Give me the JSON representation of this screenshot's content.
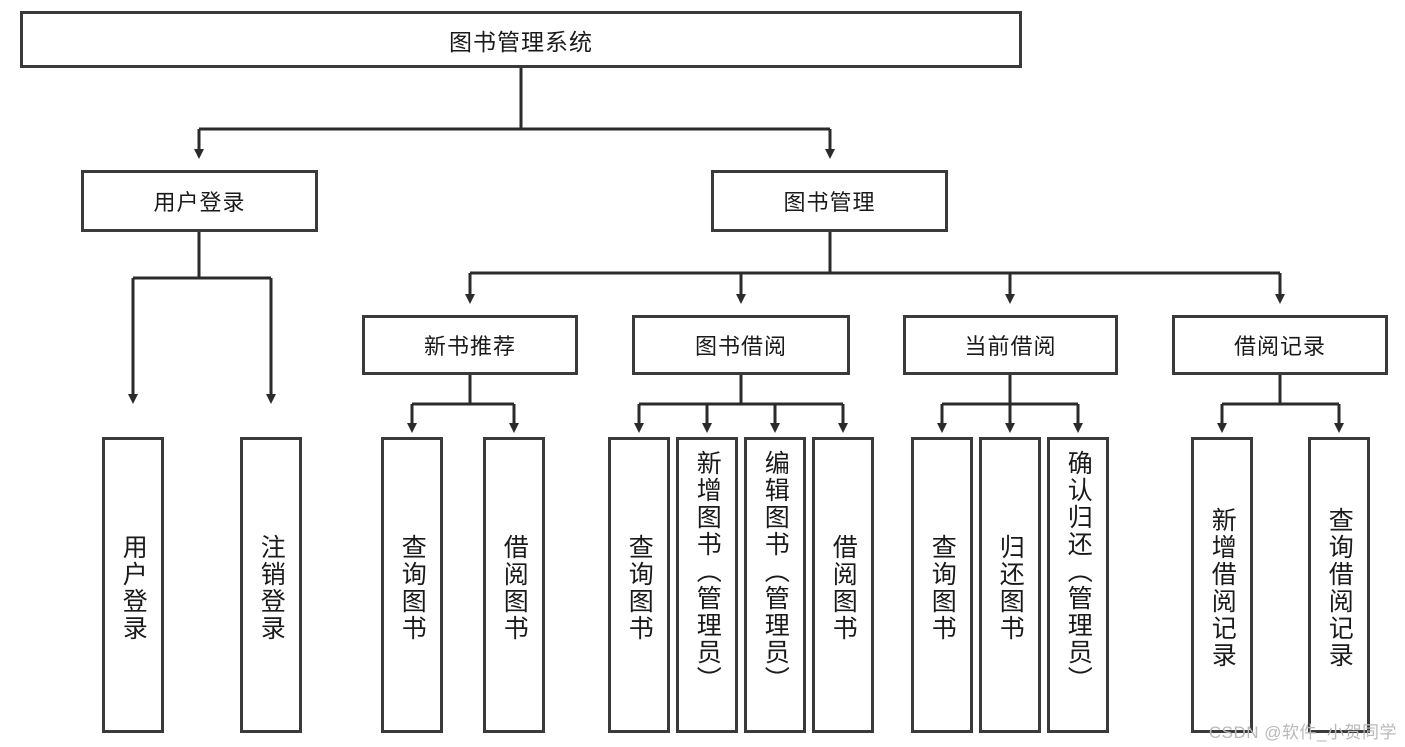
{
  "diagram": {
    "title": "图书管理系统",
    "type": "functional-structure-tree",
    "root": {
      "label": "图书管理系统"
    },
    "level2": [
      {
        "label": "用户登录"
      },
      {
        "label": "图书管理"
      }
    ],
    "level3": [
      {
        "label": "新书推荐"
      },
      {
        "label": "图书借阅"
      },
      {
        "label": "当前借阅"
      },
      {
        "label": "借阅记录"
      }
    ],
    "leaves": {
      "user_login": [
        {
          "label": "用户登录"
        },
        {
          "label": "注销登录"
        }
      ],
      "new_book_recommend": [
        {
          "label": "查询图书"
        },
        {
          "label": "借阅图书"
        }
      ],
      "book_borrow": [
        {
          "label": "查询图书"
        },
        {
          "label": "新增图书（管理员）"
        },
        {
          "label": "编辑图书（管理员）"
        },
        {
          "label": "借阅图书"
        }
      ],
      "current_borrow": [
        {
          "label": "查询图书"
        },
        {
          "label": "归还图书"
        },
        {
          "label": "确认归还（管理员）"
        }
      ],
      "borrow_records": [
        {
          "label": "新增借阅记录"
        },
        {
          "label": "查询借阅记录"
        }
      ]
    }
  },
  "watermark": {
    "text": "CSDN @软件_小贺同学"
  },
  "colors": {
    "border": "#3a3a3a",
    "background": "#ffffff",
    "text": "#1a1a1a",
    "watermark": "#b9b9b9"
  }
}
